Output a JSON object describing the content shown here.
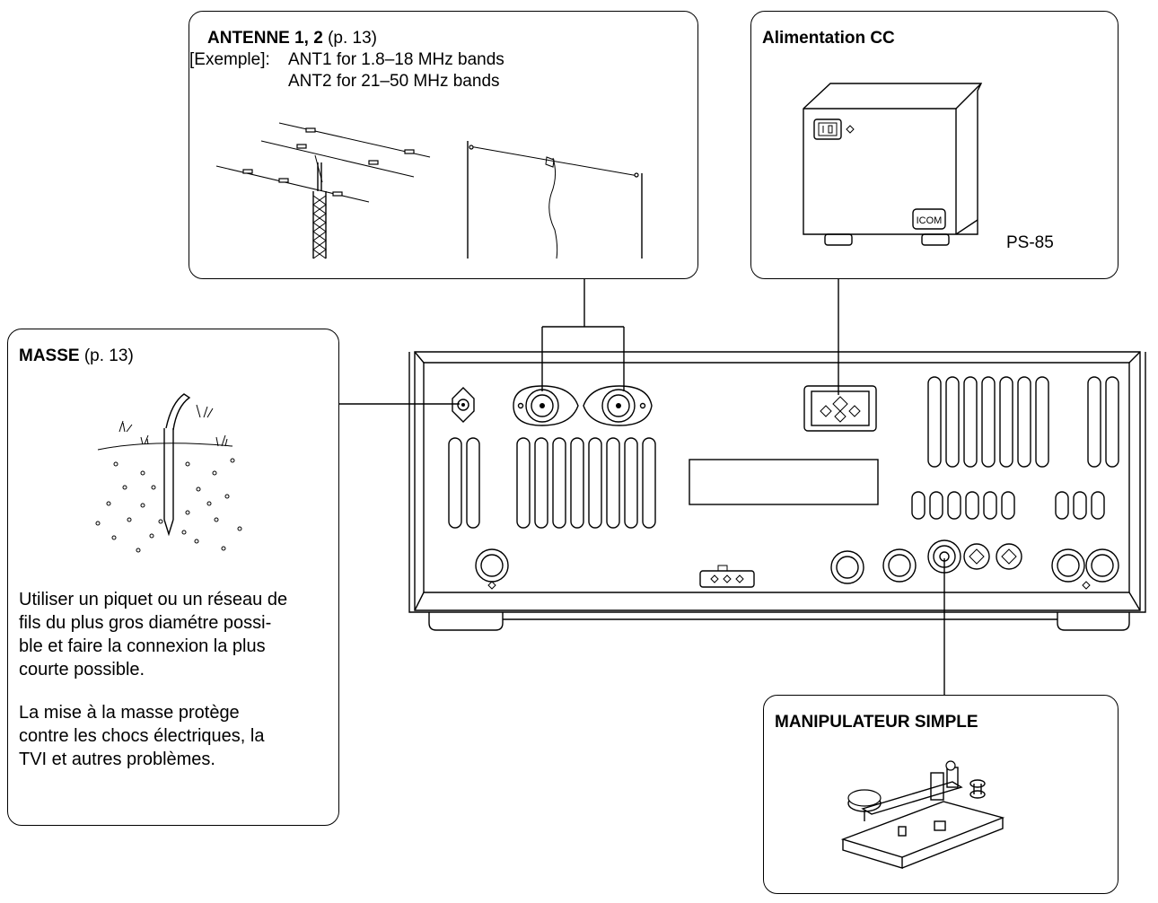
{
  "antenna": {
    "title": "ANTENNE 1, 2",
    "ref": " (p. 13)",
    "example_label": "[Exemple]:",
    "line1": "ANT1 for 1.8–18 MHz bands",
    "line2": "ANT2 for 21–50 MHz bands"
  },
  "power": {
    "title": "Alimentation CC",
    "model": "PS-85",
    "brand": "ICOM"
  },
  "ground": {
    "title": "MASSE",
    "ref": " (p. 13)",
    "para1": [
      "Utiliser un piquet ou un réseau de",
      "fils du plus gros diamétre possi-",
      "ble et faire la connexion la plus",
      "courte possible."
    ],
    "para2": [
      "La mise à la masse protège",
      "contre les chocs électriques, la",
      "TVI et autres problèmes."
    ]
  },
  "key": {
    "title": "MANIPULATEUR SIMPLE"
  }
}
